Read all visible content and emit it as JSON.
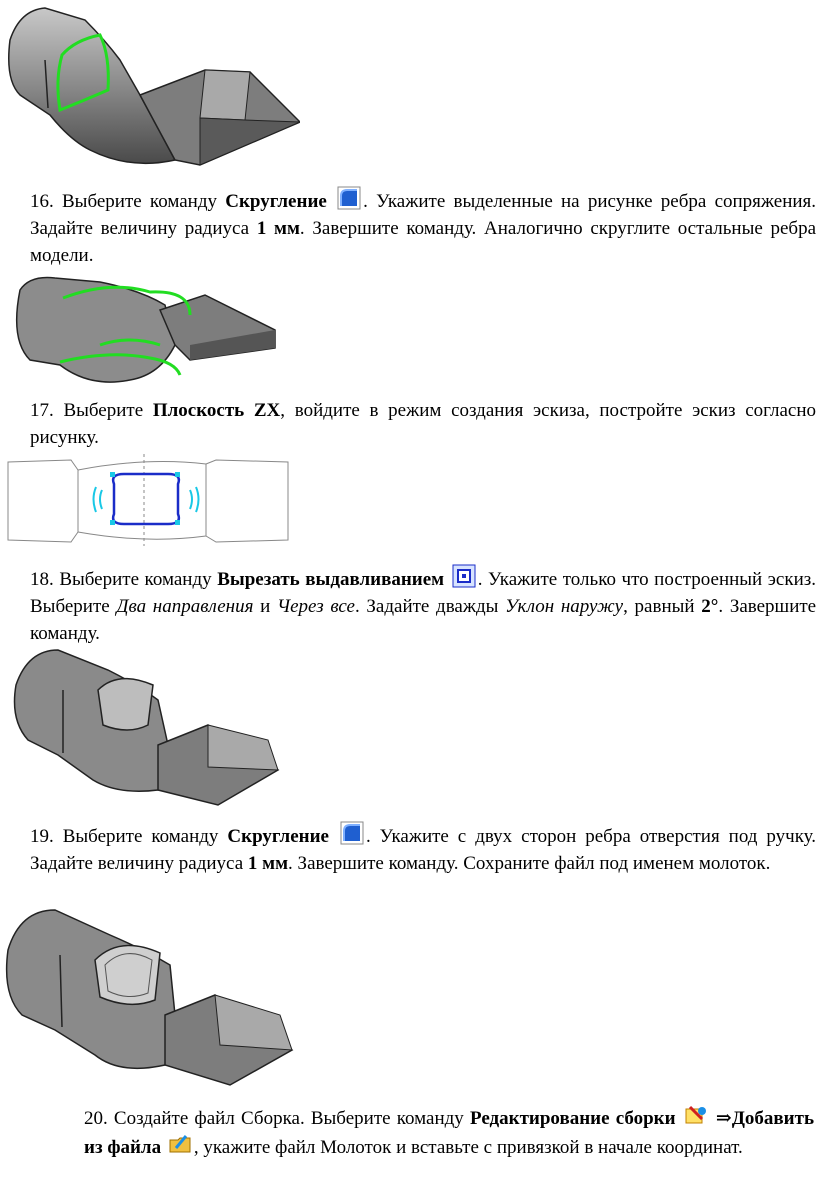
{
  "steps": [
    {
      "num": "16.",
      "t1": "Выберите команду",
      "cmd": "Скругление",
      "t2": ". Укажите выделенные на рисунке ребра сопряжения. Задайте величину радиуса",
      "val": "1 мм",
      "t3": ". Завершите команду. Аналогично скруглите остальные ребра модели.",
      "icon": "fillet-icon"
    },
    {
      "num": "17.",
      "t1": "Выберите",
      "cmd": "Плоскость ZX",
      "t2": ", войдите в режим создания эскиза, постройте эскиз согласно рисунку."
    },
    {
      "num": "18.",
      "t1": "Выберите команду",
      "cmd": "Вырезать выдавливанием",
      "t2": ". Укажите только что построенный эскиз. Выберите",
      "opt1": "Два направления",
      "and": "и",
      "opt2": "Через все",
      "t3": ". Задайте дважды",
      "opt3": "Уклон наружу",
      "t4": ", равный",
      "val": "2°",
      "t5": ". Завершите команду.",
      "icon": "cut-extrude-icon"
    },
    {
      "num": "19.",
      "t1": "Выберите команду",
      "cmd": "Скругление",
      "t2": ". Укажите с двух сторон ребра отверстия под ручку. Задайте величину радиуса",
      "val": "1 мм",
      "t3": ". Завершите команду. Сохраните файл под именем молоток.",
      "icon": "fillet-icon"
    },
    {
      "num": "20.",
      "t1": "Создайте файл Сборка. Выберите команду",
      "cmd": "Редактирование сборки",
      "arrow": "⇒",
      "cmd2": "Добавить из файла",
      "t2": ", укажите файл Молоток и вставьте с привязкой в начале координат.",
      "icons": [
        "edit-assembly-icon",
        "add-from-file-icon"
      ]
    }
  ],
  "colors": {
    "highlight": "#22dd22",
    "sketch_blue": "#1a2cc8",
    "sketch_cyan": "#19c8e6",
    "body_grey": "#8a8a8a"
  }
}
